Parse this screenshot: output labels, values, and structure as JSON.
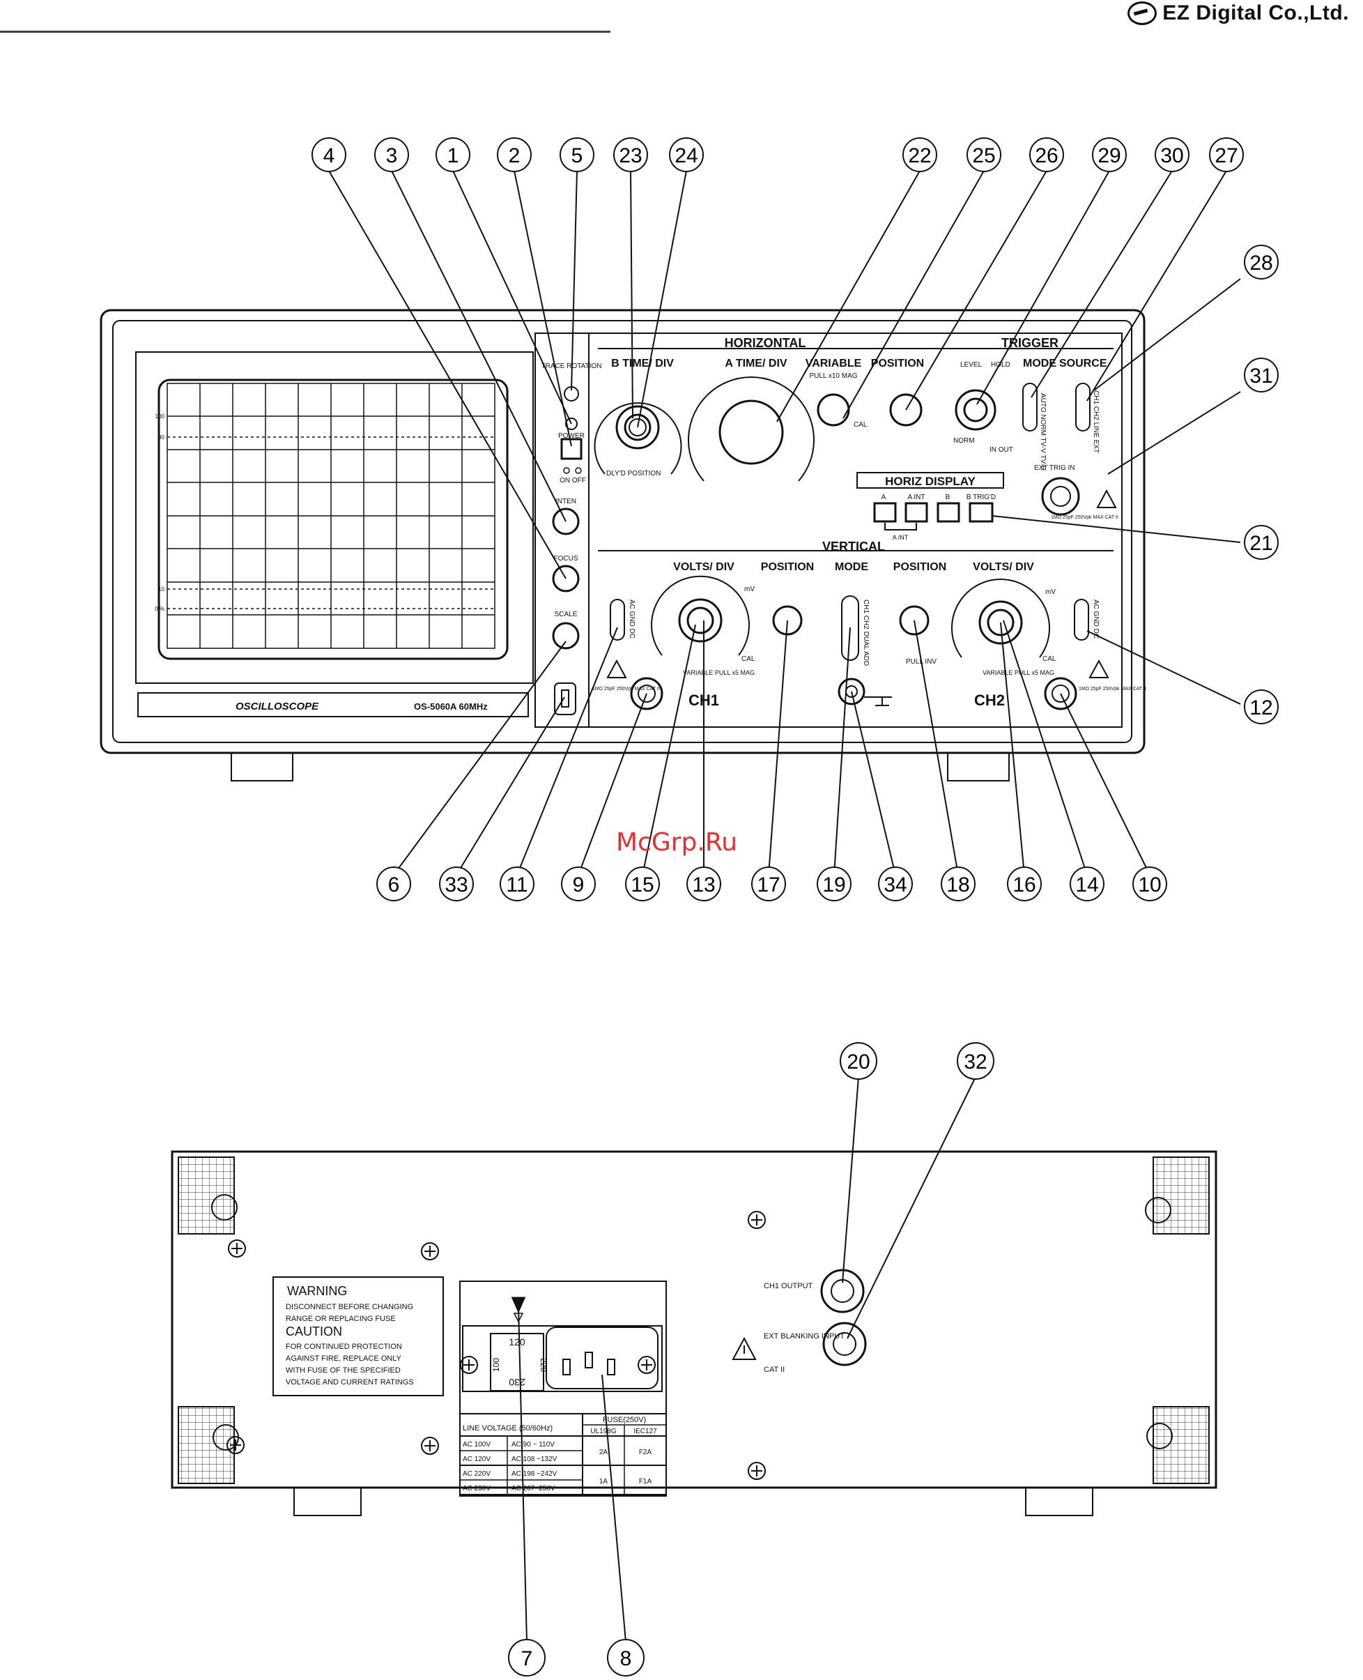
{
  "header": {
    "brand": "EZ Digital Co.,Ltd."
  },
  "watermark": "McGrp.Ru",
  "front_panel": {
    "sections": {
      "horizontal": "HORIZONTAL",
      "trigger": "TRIGGER",
      "vertical": "VERTICAL",
      "horiz_display": "HORIZ DISPLAY"
    },
    "labels": {
      "trace_rotation": "TRACE ROTATION",
      "power": "POWER",
      "on_off": "ON OFF",
      "inten": "INTEN",
      "focus": "FOCUS",
      "scale": "SCALE",
      "b_time_div": "B TIME/ DIV",
      "a_time_div": "A TIME/ DIV",
      "dlyd_position": "DLY'D POSITION",
      "variable": "VARIABLE",
      "pull_x10_mag": "PULL x10 MAG",
      "cal": "CAL",
      "position_x": "POSITION",
      "level": "LEVEL",
      "hold": "HOLD",
      "norm": "NORM",
      "in_out": "IN OUT",
      "mode": "MODE",
      "source": "SOURCE",
      "mode_options": "AUTO NORM TV-V TV-H",
      "source_options": "CH1 CH2 LINE EXT",
      "ext_trig": "EXT TRIG IN",
      "display_a": "A",
      "display_a_int": "A INT",
      "display_b": "B",
      "display_b_trigd": "B TRIG'D",
      "display_a_int_bottom": "A INT",
      "volts_div": "VOLTS/ DIV",
      "position": "POSITION",
      "vmode": "MODE",
      "vmode_options": "CH1 CH2 DUAL ADD",
      "position_y": "POSITION",
      "pull_inv": "PULL INV",
      "coupling": "AC GND DC",
      "ch1": "CH1",
      "ch2": "CH2",
      "variable_pull_x5_mag": "VARIABLE PULL x5 MAG",
      "mv": "mV",
      "input_rating": "1MΩ 25pF 250Vpk MAX CAT II",
      "scope_name": "OSCILLOSCOPE",
      "model": "OS-5060A  60MHz",
      "grat_100": "100",
      "grat_90": "90",
      "grat_10": "10",
      "grat_0": "0 %"
    },
    "callouts_top": [
      "4",
      "3",
      "1",
      "2",
      "5",
      "23",
      "24",
      "22",
      "25",
      "26",
      "29",
      "30",
      "27"
    ],
    "callouts_right": [
      "28",
      "31",
      "21",
      "12"
    ],
    "callouts_bottom": [
      "6",
      "33",
      "11",
      "9",
      "15",
      "13",
      "17",
      "19",
      "34",
      "18",
      "16",
      "14",
      "10"
    ]
  },
  "rear_panel": {
    "warning_title": "WARNING",
    "warning_text_1": "DISCONNECT BEFORE CHANGING",
    "warning_text_2": "RANGE OR REPLACING FUSE",
    "caution_title": "CAUTION",
    "caution_text_1": "FOR CONTINUED PROTECTION",
    "caution_text_2": "AGAINST FIRE, REPLACE ONLY",
    "caution_text_3": "WITH FUSE OF THE SPECIFIED",
    "caution_text_4": "VOLTAGE AND CURRENT RATINGS",
    "selector_120": "120",
    "selector_100": "100",
    "selector_220": "220",
    "selector_230": "230",
    "ch1_output": "CH1 OUTPUT",
    "ext_blanking": "EXT BLANKING INPUT",
    "cat": "CAT II",
    "table": {
      "header_voltage": "LINE VOLTAGE (50/60Hz)",
      "header_fuse": "FUSE(250V)",
      "header_ul": "UL198G",
      "header_iec": "IEC127",
      "rows": [
        {
          "nominal": "AC 100V",
          "range": "AC 90 ~ 110V"
        },
        {
          "nominal": "AC 120V",
          "range": "AC 108 ~132V"
        },
        {
          "nominal": "AC 220V",
          "range": "AC 198 ~242V"
        },
        {
          "nominal": "AC 230V",
          "range": "AC 207~250V"
        }
      ],
      "fuse_low_ul": "2A",
      "fuse_low_iec": "F2A",
      "fuse_high_ul": "1A",
      "fuse_high_iec": "F1A"
    },
    "callouts_top": [
      "20",
      "32"
    ],
    "callouts_bottom": [
      "7",
      "8"
    ]
  }
}
